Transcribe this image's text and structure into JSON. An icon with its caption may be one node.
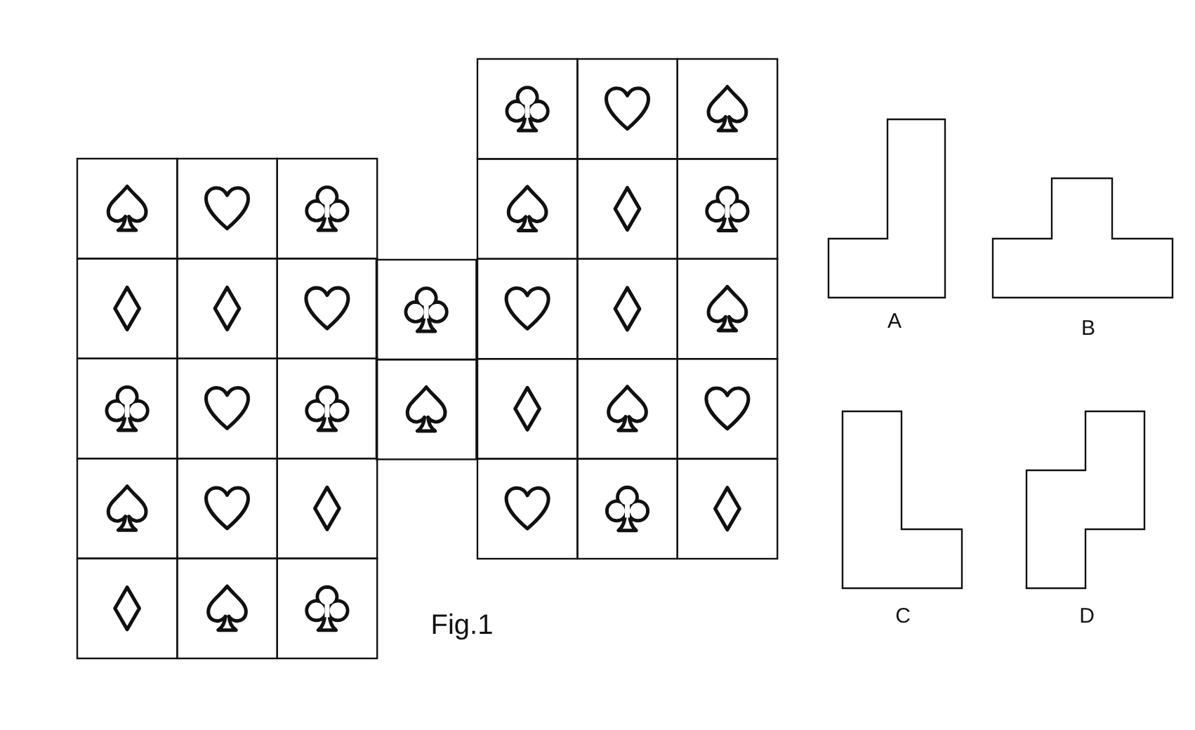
{
  "diagram": {
    "nodes": [
      {
        "text": [],
        "shape": "polygon",
        "beside": [
          "A"
        ]
      },
      {
        "text": [],
        "shape": "polygon",
        "beside": [
          "B"
        ]
      },
      {
        "text": [],
        "shape": "polygon",
        "beside": [
          "C"
        ]
      },
      {
        "text": [],
        "shape": "polygon",
        "beside": [
          "D"
        ]
      }
    ],
    "labels": [
      "Fig.1"
    ]
  }
}
